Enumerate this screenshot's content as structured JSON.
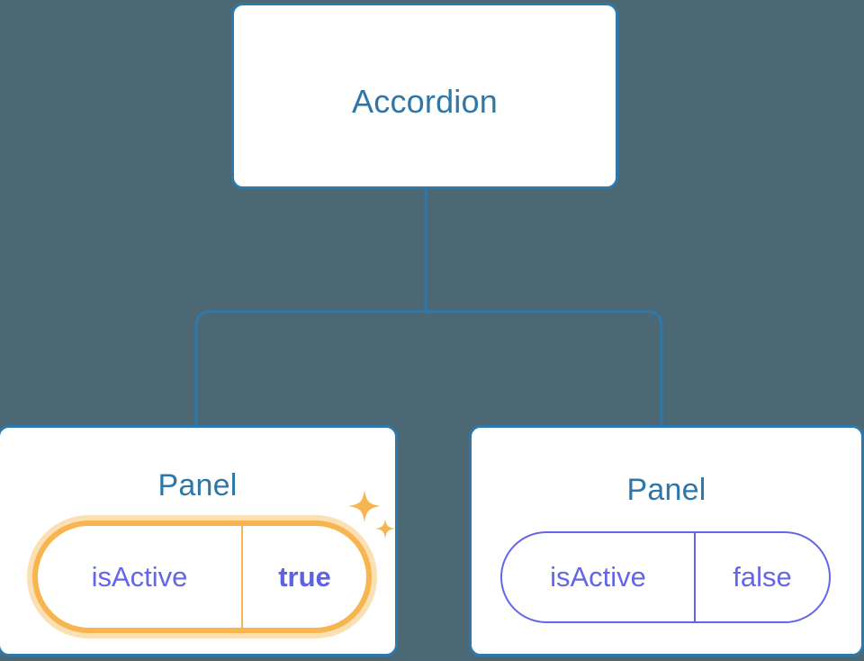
{
  "background_color": "#4c6875",
  "accent_color": "#2e79ab",
  "title_color": "#2e77a8",
  "prop_color": "#6366e8",
  "highlight_color": "#f7b44f",
  "highlight_glow_color": "#fbe0b4",
  "diagram": {
    "root": {
      "label": "Accordion"
    },
    "children": [
      {
        "label": "Panel",
        "highlighted": true,
        "prop": {
          "key": "isActive",
          "value": "true",
          "value_bold": true
        },
        "decoration": "sparkles-icon"
      },
      {
        "label": "Panel",
        "highlighted": false,
        "prop": {
          "key": "isActive",
          "value": "false",
          "value_bold": false
        }
      }
    ]
  }
}
